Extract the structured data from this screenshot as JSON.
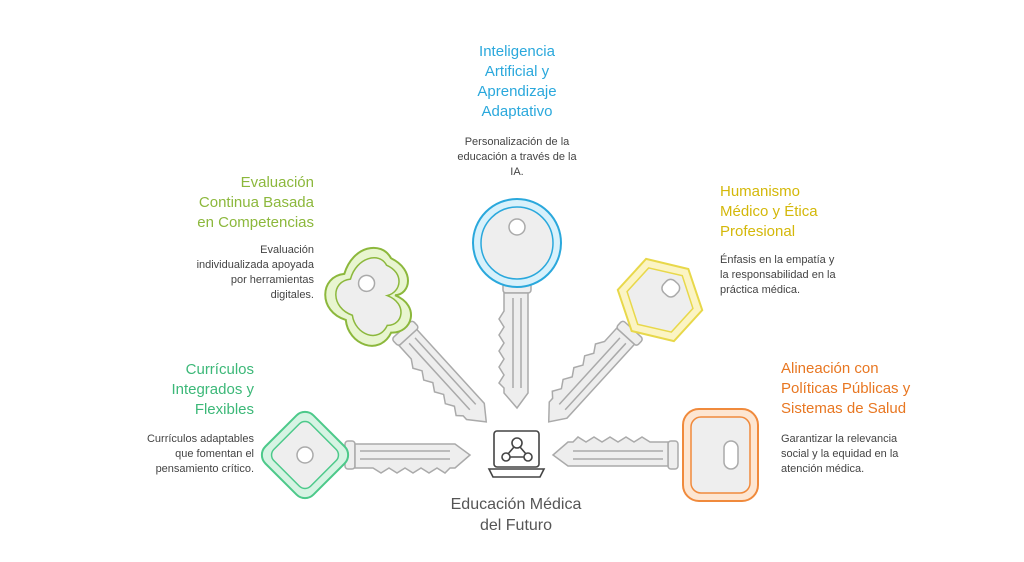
{
  "center": {
    "label_lines": [
      "Educación Médica",
      "del Futuro"
    ],
    "icon": "network-laptop-icon"
  },
  "items": [
    {
      "title_lines": [
        "Inteligencia",
        "Artificial y",
        "Aprendizaje",
        "Adaptativo"
      ],
      "desc_lines": [
        "Personalización de la",
        "educación a través de la",
        "IA."
      ],
      "color": "#2aa8dc"
    },
    {
      "title_lines": [
        "Evaluación",
        "Continua Basada",
        "en Competencias"
      ],
      "desc_lines": [
        "Evaluación",
        "individualizada apoyada",
        "por herramientas",
        "digitales."
      ],
      "color": "#8cb83c"
    },
    {
      "title_lines": [
        "Humanismo",
        "Médico y Ética",
        "Profesional"
      ],
      "desc_lines": [
        "Énfasis en la empatía y",
        "la responsabilidad en la",
        "práctica médica."
      ],
      "color": "#d4b80a"
    },
    {
      "title_lines": [
        "Currículos",
        "Integrados y",
        "Flexibles"
      ],
      "desc_lines": [
        "Currículos adaptables",
        "que fomentan el",
        "pensamiento crítico."
      ],
      "color": "#3cb878"
    },
    {
      "title_lines": [
        "Alineación con",
        "Políticas Públicas y",
        "Sistemas de Salud"
      ],
      "desc_lines": [
        "Garantizar la relevancia",
        "social y la equidad en la",
        "atención médica."
      ],
      "color": "#e87722"
    }
  ]
}
